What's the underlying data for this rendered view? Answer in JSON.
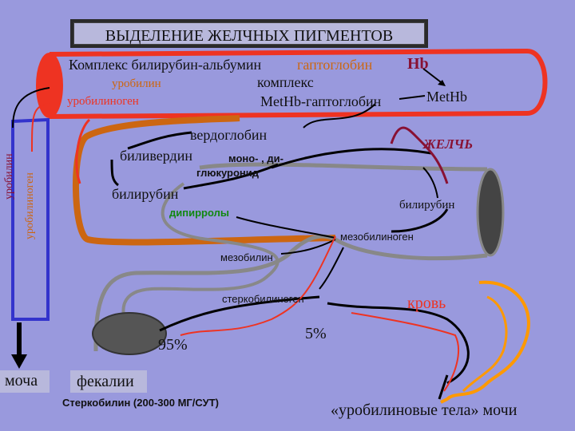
{
  "title": "ВЫДЕЛЕНИЕ ЖЕЛЧНЫХ ПИГМЕНТОВ",
  "labels": {
    "complex_bilirubin_albumin": "Комплекс билирубин-альбумин",
    "haptoglobin": "гаптоглобин",
    "hb": "Hb",
    "complex": "комплекс",
    "urobilin_top": "уробилин",
    "urobilinogen_top": "уробилиноген",
    "methb_haptoglobin": "MetHb-гаптоглобин",
    "methb": "MetHb",
    "verdoglobin": "вердоглобин",
    "bile": "ЖЕЛЧЬ",
    "biliverdin": "биливердин",
    "mono_di": "моно- , ди-",
    "glucuronide": "глюкуронид",
    "bilirubin_left": "билирубин",
    "dipyrroles": "дипирролы",
    "bilirubin_right": "билирубин",
    "mesobilinogen": "мезобилиноген",
    "mesobilin": "мезобилин",
    "stercobilinogen": "стеркобилиноген",
    "blood": "кровь",
    "percent_95": "95%",
    "percent_5": "5%",
    "urine": "моча",
    "feces": "фекалии",
    "stercobilin_daily": "Стеркобилин (200-300 МГ/СУТ)",
    "urobilin_bodies": "«уробилиновые тела» мочи",
    "urobilin_vertical": "уробилин",
    "urobilinogen_vertical": "уробилиноген"
  },
  "colors": {
    "background": "#9999dd",
    "blood_vessel": "#ee3322",
    "liver": "#cc6611",
    "bile_duct": "#881133",
    "intestine": "#888888",
    "kidney": "#ff9900",
    "pathway": "#000000",
    "pathway_blue": "#3333cc",
    "red_text": "#ee2222",
    "orange_text": "#cc6611",
    "green_text": "#118811",
    "maroon_text": "#881133"
  }
}
